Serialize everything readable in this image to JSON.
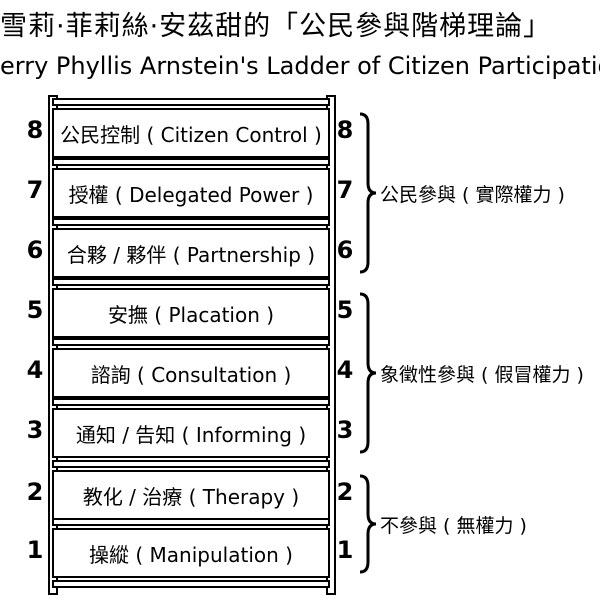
{
  "title": "雪莉·菲莉絲·安茲甜的「公民參與階梯理論」",
  "subtitle": "erry Phyllis Arnstein's Ladder of Citizen Participatio",
  "rungs": [
    {
      "number": "8",
      "label": "公民控制 ( Citizen Control )"
    },
    {
      "number": "7",
      "label": "授權 ( Delegated Power )"
    },
    {
      "number": "6",
      "label": "合夥 / 夥伴 ( Partnership )"
    },
    {
      "number": "5",
      "label": "安撫 ( Placation )"
    },
    {
      "number": "4",
      "label": "諮詢 ( Consultation )"
    },
    {
      "number": "3",
      "label": "通知 / 告知 ( Informing )"
    },
    {
      "number": "2",
      "label": "教化 / 治療 ( Therapy )"
    },
    {
      "number": "1",
      "label": "操縱 ( Manipulation )"
    }
  ],
  "groups": [
    {
      "label": "公民參與 ( 實際權力 )",
      "from": 8,
      "to": 6
    },
    {
      "label": "象徵性參與 ( 假冒權力 )",
      "from": 5,
      "to": 3
    },
    {
      "label": "不參與 ( 無權力 )",
      "from": 2,
      "to": 1
    }
  ]
}
